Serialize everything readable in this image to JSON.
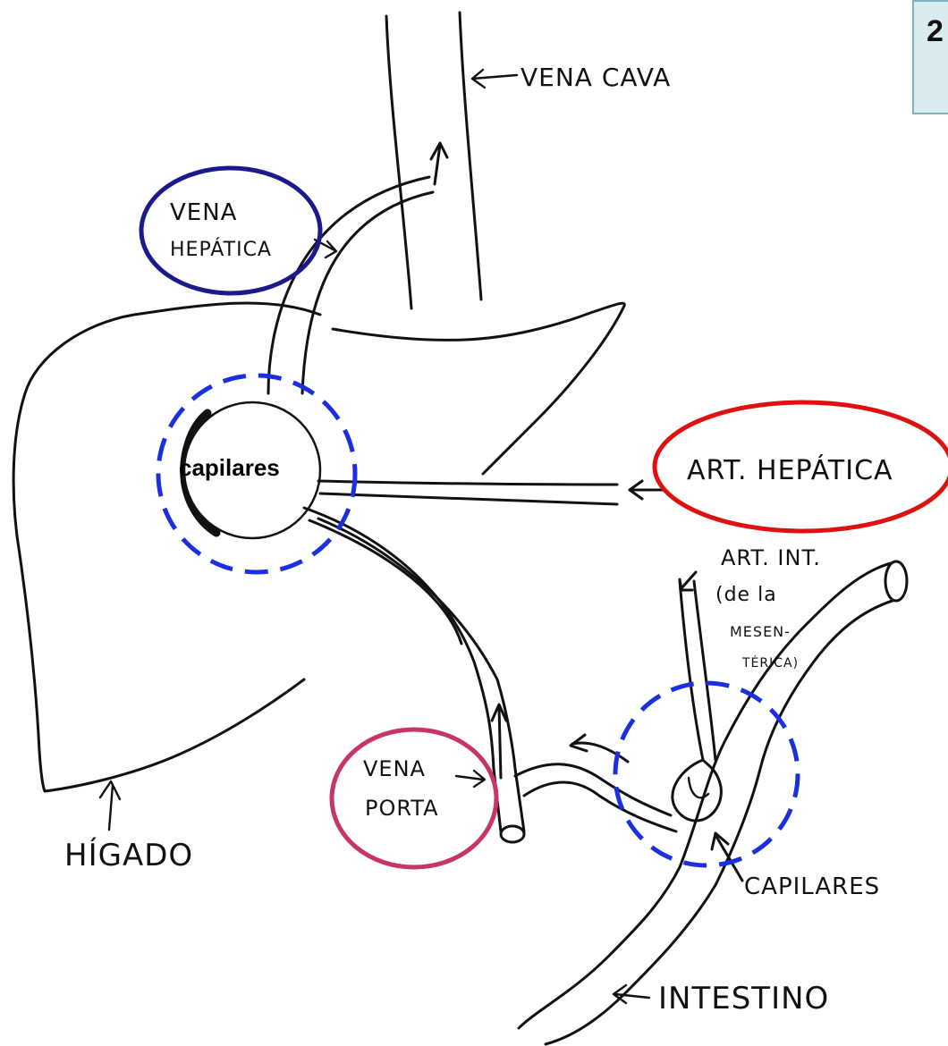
{
  "slide_number": "2",
  "labels": {
    "vena_cava": "VENA CAVA",
    "vena_hepatica_line1": "VENA",
    "vena_hepatica_line2": "HEPÁTICA",
    "capilares_liver": "capilares",
    "art_hepatica": "ART. HEPÁTICA",
    "art_int_line1": "ART. INT.",
    "art_int_line2": "(de la",
    "art_int_line3": "MESEN-",
    "art_int_line4": "TÉRICA)",
    "vena_porta_line1": "VENA",
    "vena_porta_line2": "PORTA",
    "higado": "HÍGADO",
    "capilares_intestine": "CAPILARES",
    "intestino": "INTESTINO"
  },
  "colors": {
    "vena_hepatica_circle": "#1a1a8c",
    "art_hepatica_circle": "#e01010",
    "vena_porta_circle": "#c8346a",
    "capillary_dashed_circle": "#1a2fe0",
    "slide_box_fill": "#d8ecf0",
    "slide_box_border": "#7fb2bc"
  }
}
